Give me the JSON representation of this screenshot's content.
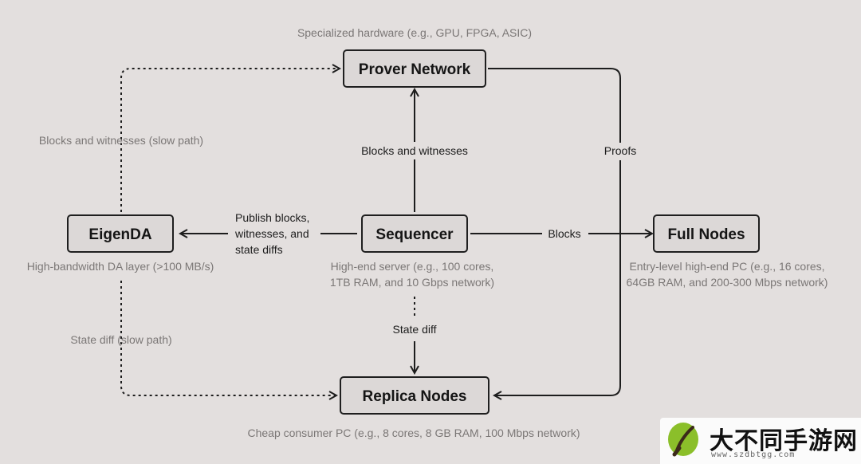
{
  "nodes": {
    "prover": "Prover Network",
    "eigenda": "EigenDA",
    "sequencer": "Sequencer",
    "full_nodes": "Full Nodes",
    "replica": "Replica Nodes"
  },
  "notes": {
    "prover": "Specialized hardware (e.g., GPU, FPGA, ASIC)",
    "eigenda": "High-bandwidth DA layer (>100 MB/s)",
    "sequencer": [
      "High-end server (e.g., 100 cores,",
      "1TB RAM, and 10 Gbps network)"
    ],
    "full_nodes": [
      "Entry-level high-end PC (e.g., 16 cores,",
      "64GB RAM, and 200-300 Mbps network)"
    ],
    "replica": "Cheap consumer PC (e.g., 8 cores, 8 GB RAM, 100 Mbps network)"
  },
  "edges": {
    "eigenda_to_prover": "Blocks and witnesses (slow path)",
    "sequencer_to_prover": "Blocks and witnesses",
    "sequencer_to_eigenda": [
      "Publish blocks,",
      "witnesses, and",
      "state diffs"
    ],
    "sequencer_to_full_nodes": "Blocks",
    "prover_to_replica": "Proofs",
    "sequencer_to_replica": "State diff",
    "eigenda_to_replica": "State diff (slow path)"
  },
  "watermark": {
    "title": "大不同手游网",
    "url": "www.szdbtgg.com"
  }
}
